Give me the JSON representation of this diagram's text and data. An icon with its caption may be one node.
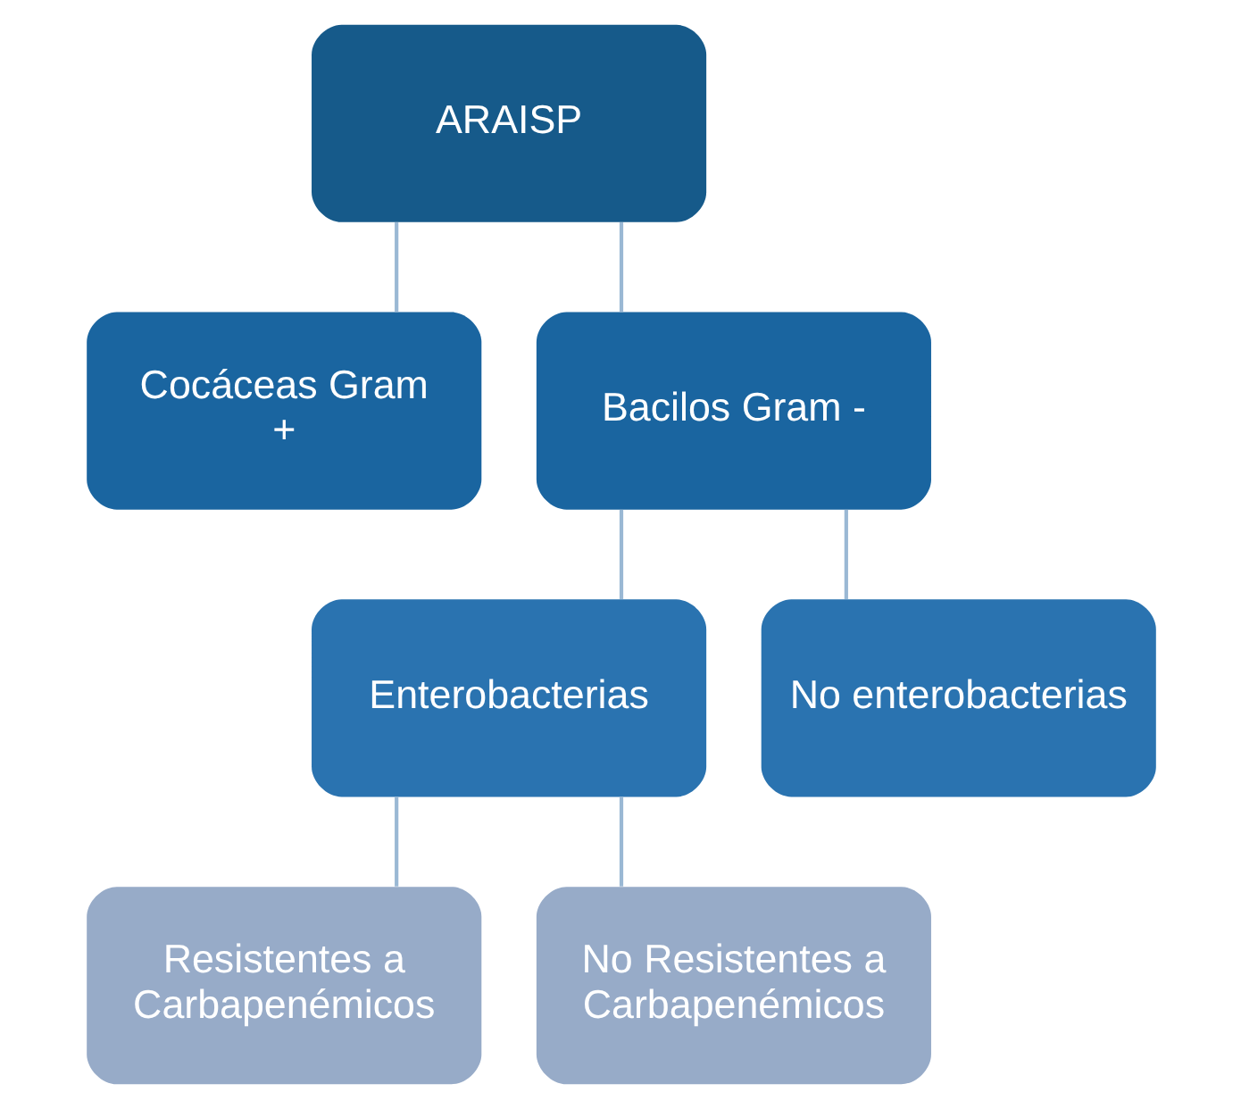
{
  "diagram": {
    "nodes": [
      {
        "text": [
          "ARAISP"
        ]
      },
      {
        "text": [
          "Cocáceas Gram +"
        ]
      },
      {
        "text": [
          "Bacilos Gram -"
        ]
      },
      {
        "text": [
          "Enterobacterias"
        ]
      },
      {
        "text": [
          "No enterobacterias"
        ]
      },
      {
        "text": [
          "Resistentes a Carbapenémicos"
        ]
      },
      {
        "text": [
          "No Resistentes a Carbapenémicos"
        ]
      }
    ],
    "edges": [
      {
        "from": 0,
        "to": 1,
        "arrow": "none"
      },
      {
        "from": 0,
        "to": 2,
        "arrow": "none"
      },
      {
        "from": 2,
        "to": 3,
        "arrow": "none"
      },
      {
        "from": 2,
        "to": 4,
        "arrow": "none"
      },
      {
        "from": 3,
        "to": 5,
        "arrow": "none"
      },
      {
        "from": 3,
        "to": 6,
        "arrow": "none"
      }
    ]
  }
}
